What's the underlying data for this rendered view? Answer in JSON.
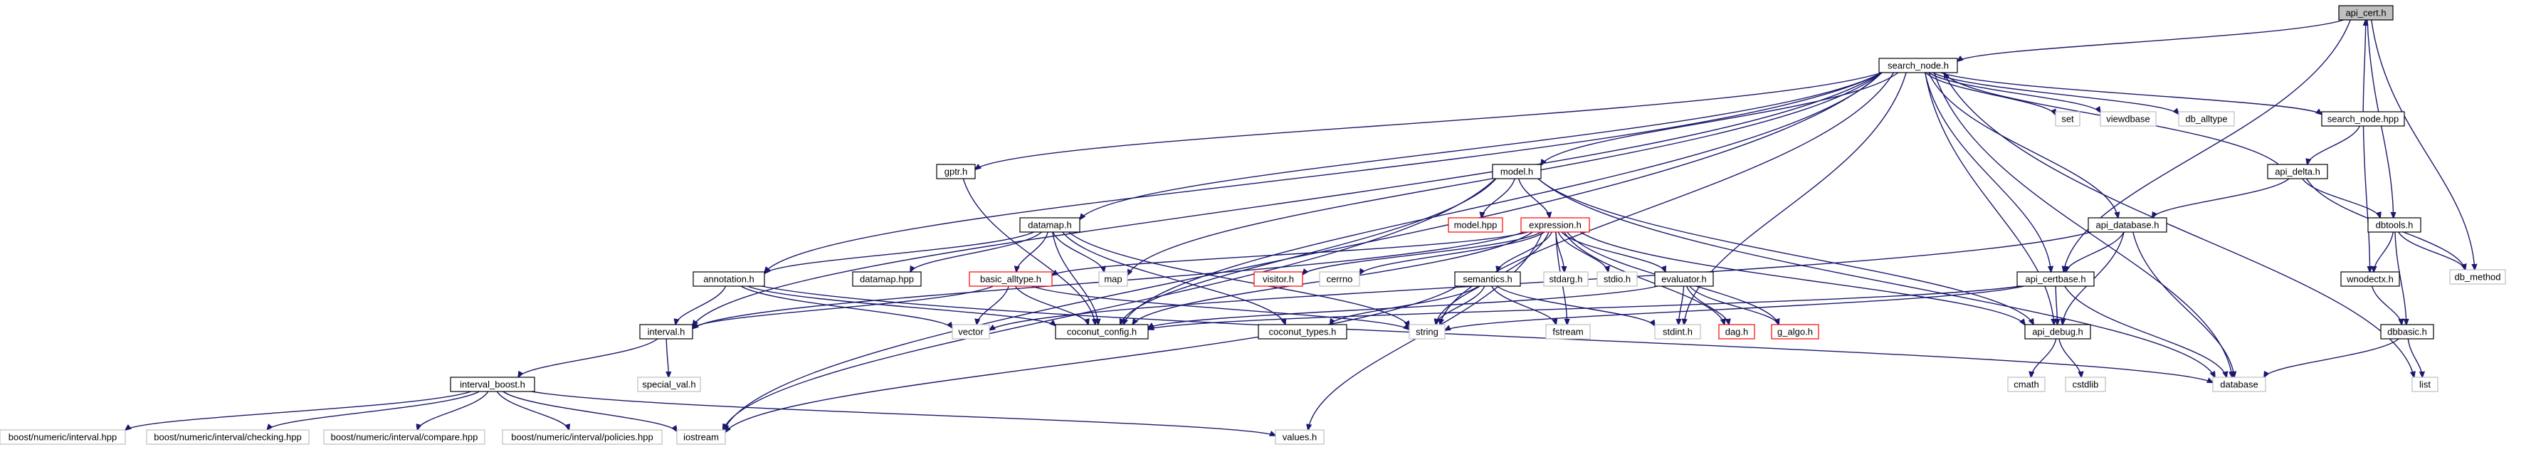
{
  "diagram": {
    "type": "include-dependency-graph",
    "colors": {
      "edge": "#191970",
      "root_fill": "#bfbfbf",
      "node_border": "#000000",
      "missing_border": "#bfbfbf",
      "truncated_border": "#ff0000",
      "background": "#ffffff"
    },
    "nodes": [
      {
        "id": "api_cert_h",
        "label": "api_cert.h",
        "kind": "root"
      },
      {
        "id": "search_node_h",
        "label": "search_node.h",
        "kind": "normal"
      },
      {
        "id": "set",
        "label": "set",
        "kind": "missing"
      },
      {
        "id": "viewdbase",
        "label": "viewdbase",
        "kind": "missing"
      },
      {
        "id": "db_alltype",
        "label": "db_alltype",
        "kind": "missing"
      },
      {
        "id": "search_node_hpp",
        "label": "search_node.hpp",
        "kind": "normal"
      },
      {
        "id": "gptr_h",
        "label": "gptr.h",
        "kind": "normal"
      },
      {
        "id": "model_h",
        "label": "model.h",
        "kind": "normal"
      },
      {
        "id": "api_delta_h",
        "label": "api_delta.h",
        "kind": "normal"
      },
      {
        "id": "model_hpp",
        "label": "model.hpp",
        "kind": "red"
      },
      {
        "id": "expression_h",
        "label": "expression.h",
        "kind": "red"
      },
      {
        "id": "datamap_h",
        "label": "datamap.h",
        "kind": "normal"
      },
      {
        "id": "api_database_h",
        "label": "api_database.h",
        "kind": "normal"
      },
      {
        "id": "dbtools_h",
        "label": "dbtools.h",
        "kind": "normal"
      },
      {
        "id": "db_method",
        "label": "db_method",
        "kind": "missing"
      },
      {
        "id": "annotation_h",
        "label": "annotation.h",
        "kind": "normal"
      },
      {
        "id": "datamap_hpp",
        "label": "datamap.hpp",
        "kind": "normal"
      },
      {
        "id": "basic_alltype_h",
        "label": "basic_alltype.h",
        "kind": "red"
      },
      {
        "id": "map",
        "label": "map",
        "kind": "missing"
      },
      {
        "id": "visitor_h",
        "label": "visitor.h",
        "kind": "red"
      },
      {
        "id": "cerrno",
        "label": "cerrno",
        "kind": "missing"
      },
      {
        "id": "semantics_h",
        "label": "semantics.h",
        "kind": "normal"
      },
      {
        "id": "stdarg_h",
        "label": "stdarg.h",
        "kind": "missing"
      },
      {
        "id": "stdio_h",
        "label": "stdio.h",
        "kind": "missing"
      },
      {
        "id": "evaluator_h",
        "label": "evaluator.h",
        "kind": "normal"
      },
      {
        "id": "api_certbase_h",
        "label": "api_certbase.h",
        "kind": "normal"
      },
      {
        "id": "wnodectx_h",
        "label": "wnodectx.h",
        "kind": "normal"
      },
      {
        "id": "interval_h",
        "label": "interval.h",
        "kind": "normal"
      },
      {
        "id": "vector",
        "label": "vector",
        "kind": "missing"
      },
      {
        "id": "coconut_config_h",
        "label": "coconut_config.h",
        "kind": "normal"
      },
      {
        "id": "coconut_types_h",
        "label": "coconut_types.h",
        "kind": "normal"
      },
      {
        "id": "string",
        "label": "string",
        "kind": "missing"
      },
      {
        "id": "fstream",
        "label": "fstream",
        "kind": "missing"
      },
      {
        "id": "stdint_h",
        "label": "stdint.h",
        "kind": "missing"
      },
      {
        "id": "dag_h",
        "label": "dag.h",
        "kind": "red"
      },
      {
        "id": "g_algo_h",
        "label": "g_algo.h",
        "kind": "red"
      },
      {
        "id": "api_debug_h",
        "label": "api_debug.h",
        "kind": "normal"
      },
      {
        "id": "dbbasic_h",
        "label": "dbbasic.h",
        "kind": "normal"
      },
      {
        "id": "special_val_h",
        "label": "special_val.h",
        "kind": "missing"
      },
      {
        "id": "cmath",
        "label": "cmath",
        "kind": "missing"
      },
      {
        "id": "cstdlib",
        "label": "cstdlib",
        "kind": "missing"
      },
      {
        "id": "database",
        "label": "database",
        "kind": "missing"
      },
      {
        "id": "list",
        "label": "list",
        "kind": "missing"
      },
      {
        "id": "interval_boost_h",
        "label": "interval_boost.h",
        "kind": "normal"
      },
      {
        "id": "boost_interval_hpp",
        "label": "boost/numeric/interval.hpp",
        "kind": "missing"
      },
      {
        "id": "boost_checking_hpp",
        "label": "boost/numeric/interval/checking.hpp",
        "kind": "missing"
      },
      {
        "id": "boost_compare_hpp",
        "label": "boost/numeric/interval/compare.hpp",
        "kind": "missing"
      },
      {
        "id": "boost_policies_hpp",
        "label": "boost/numeric/interval/policies.hpp",
        "kind": "missing"
      },
      {
        "id": "iostream",
        "label": "iostream",
        "kind": "missing"
      },
      {
        "id": "values_h",
        "label": "values.h",
        "kind": "missing"
      }
    ],
    "edges": [
      [
        "api_cert_h",
        "search_node_h"
      ],
      [
        "api_cert_h",
        "api_certbase_h"
      ],
      [
        "api_cert_h",
        "dbtools_h"
      ],
      [
        "api_cert_h",
        "db_method"
      ],
      [
        "search_node_hpp",
        "api_cert_h"
      ],
      [
        "search_node_h",
        "set"
      ],
      [
        "search_node_h",
        "viewdbase"
      ],
      [
        "search_node_h",
        "db_alltype"
      ],
      [
        "search_node_h",
        "search_node_hpp"
      ],
      [
        "search_node_h",
        "gptr_h"
      ],
      [
        "search_node_h",
        "model_h"
      ],
      [
        "search_node_h",
        "datamap_h"
      ],
      [
        "search_node_h",
        "annotation_h"
      ],
      [
        "search_node_h",
        "interval_h"
      ],
      [
        "search_node_h",
        "map"
      ],
      [
        "search_node_h",
        "string"
      ],
      [
        "search_node_h",
        "iostream"
      ],
      [
        "search_node_h",
        "coconut_config_h"
      ],
      [
        "search_node_h",
        "api_database_h"
      ],
      [
        "search_node_h",
        "api_certbase_h"
      ],
      [
        "search_node_h",
        "api_debug_h"
      ],
      [
        "search_node_h",
        "database"
      ],
      [
        "search_node_h",
        "stdint_h"
      ],
      [
        "search_node_h",
        "list"
      ],
      [
        "api_delta_h",
        "search_node_h"
      ],
      [
        "search_node_hpp",
        "api_delta_h"
      ],
      [
        "search_node_hpp",
        "wnodectx_h"
      ],
      [
        "api_delta_h",
        "api_database_h"
      ],
      [
        "api_delta_h",
        "dbtools_h"
      ],
      [
        "api_delta_h",
        "db_method"
      ],
      [
        "gptr_h",
        "coconut_config_h"
      ],
      [
        "model_h",
        "model_hpp"
      ],
      [
        "model_h",
        "expression_h"
      ],
      [
        "model_h",
        "coconut_config_h"
      ],
      [
        "model_h",
        "iostream"
      ],
      [
        "model_h",
        "api_debug_h"
      ],
      [
        "model_h",
        "database"
      ],
      [
        "expression_h",
        "basic_alltype_h"
      ],
      [
        "expression_h",
        "visitor_h"
      ],
      [
        "expression_h",
        "cerrno"
      ],
      [
        "expression_h",
        "semantics_h"
      ],
      [
        "expression_h",
        "stdarg_h"
      ],
      [
        "expression_h",
        "stdio_h"
      ],
      [
        "expression_h",
        "evaluator_h"
      ],
      [
        "expression_h",
        "interval_h"
      ],
      [
        "expression_h",
        "coconut_config_h"
      ],
      [
        "expression_h",
        "string"
      ],
      [
        "expression_h",
        "fstream"
      ],
      [
        "expression_h",
        "dag_h"
      ],
      [
        "expression_h",
        "g_algo_h"
      ],
      [
        "expression_h",
        "api_debug_h"
      ],
      [
        "expression_h",
        "values_h"
      ],
      [
        "datamap_h",
        "datamap_hpp"
      ],
      [
        "datamap_h",
        "basic_alltype_h"
      ],
      [
        "datamap_h",
        "map"
      ],
      [
        "datamap_h",
        "annotation_h"
      ],
      [
        "datamap_h",
        "coconut_config_h"
      ],
      [
        "datamap_h",
        "coconut_types_h"
      ],
      [
        "datamap_h",
        "string"
      ],
      [
        "api_database_h",
        "api_certbase_h"
      ],
      [
        "api_database_h",
        "api_debug_h"
      ],
      [
        "api_database_h",
        "database"
      ],
      [
        "api_database_h",
        "vector"
      ],
      [
        "dbtools_h",
        "wnodectx_h"
      ],
      [
        "dbtools_h",
        "db_method"
      ],
      [
        "dbtools_h",
        "dbbasic_h"
      ],
      [
        "annotation_h",
        "interval_h"
      ],
      [
        "annotation_h",
        "vector"
      ],
      [
        "annotation_h",
        "coconut_config_h"
      ],
      [
        "annotation_h",
        "database"
      ],
      [
        "basic_alltype_h",
        "interval_h"
      ],
      [
        "basic_alltype_h",
        "vector"
      ],
      [
        "basic_alltype_h",
        "coconut_config_h"
      ],
      [
        "basic_alltype_h",
        "string"
      ],
      [
        "semantics_h",
        "coconut_types_h"
      ],
      [
        "semantics_h",
        "string"
      ],
      [
        "semantics_h",
        "fstream"
      ],
      [
        "semantics_h",
        "stdint_h"
      ],
      [
        "semantics_h",
        "iostream"
      ],
      [
        "evaluator_h",
        "coconut_config_h"
      ],
      [
        "evaluator_h",
        "stdint_h"
      ],
      [
        "evaluator_h",
        "dag_h"
      ],
      [
        "evaluator_h",
        "g_algo_h"
      ],
      [
        "api_certbase_h",
        "coconut_config_h"
      ],
      [
        "api_certbase_h",
        "string"
      ],
      [
        "api_certbase_h",
        "api_debug_h"
      ],
      [
        "api_certbase_h",
        "database"
      ],
      [
        "wnodectx_h",
        "dbbasic_h"
      ],
      [
        "dbbasic_h",
        "database"
      ],
      [
        "dbbasic_h",
        "list"
      ],
      [
        "interval_h",
        "interval_boost_h"
      ],
      [
        "interval_h",
        "special_val_h"
      ],
      [
        "interval_boost_h",
        "boost_interval_hpp"
      ],
      [
        "interval_boost_h",
        "boost_checking_hpp"
      ],
      [
        "interval_boost_h",
        "boost_compare_hpp"
      ],
      [
        "interval_boost_h",
        "boost_policies_hpp"
      ],
      [
        "interval_boost_h",
        "iostream"
      ],
      [
        "interval_boost_h",
        "values_h"
      ],
      [
        "api_debug_h",
        "cmath"
      ],
      [
        "api_debug_h",
        "cstdlib"
      ]
    ]
  }
}
